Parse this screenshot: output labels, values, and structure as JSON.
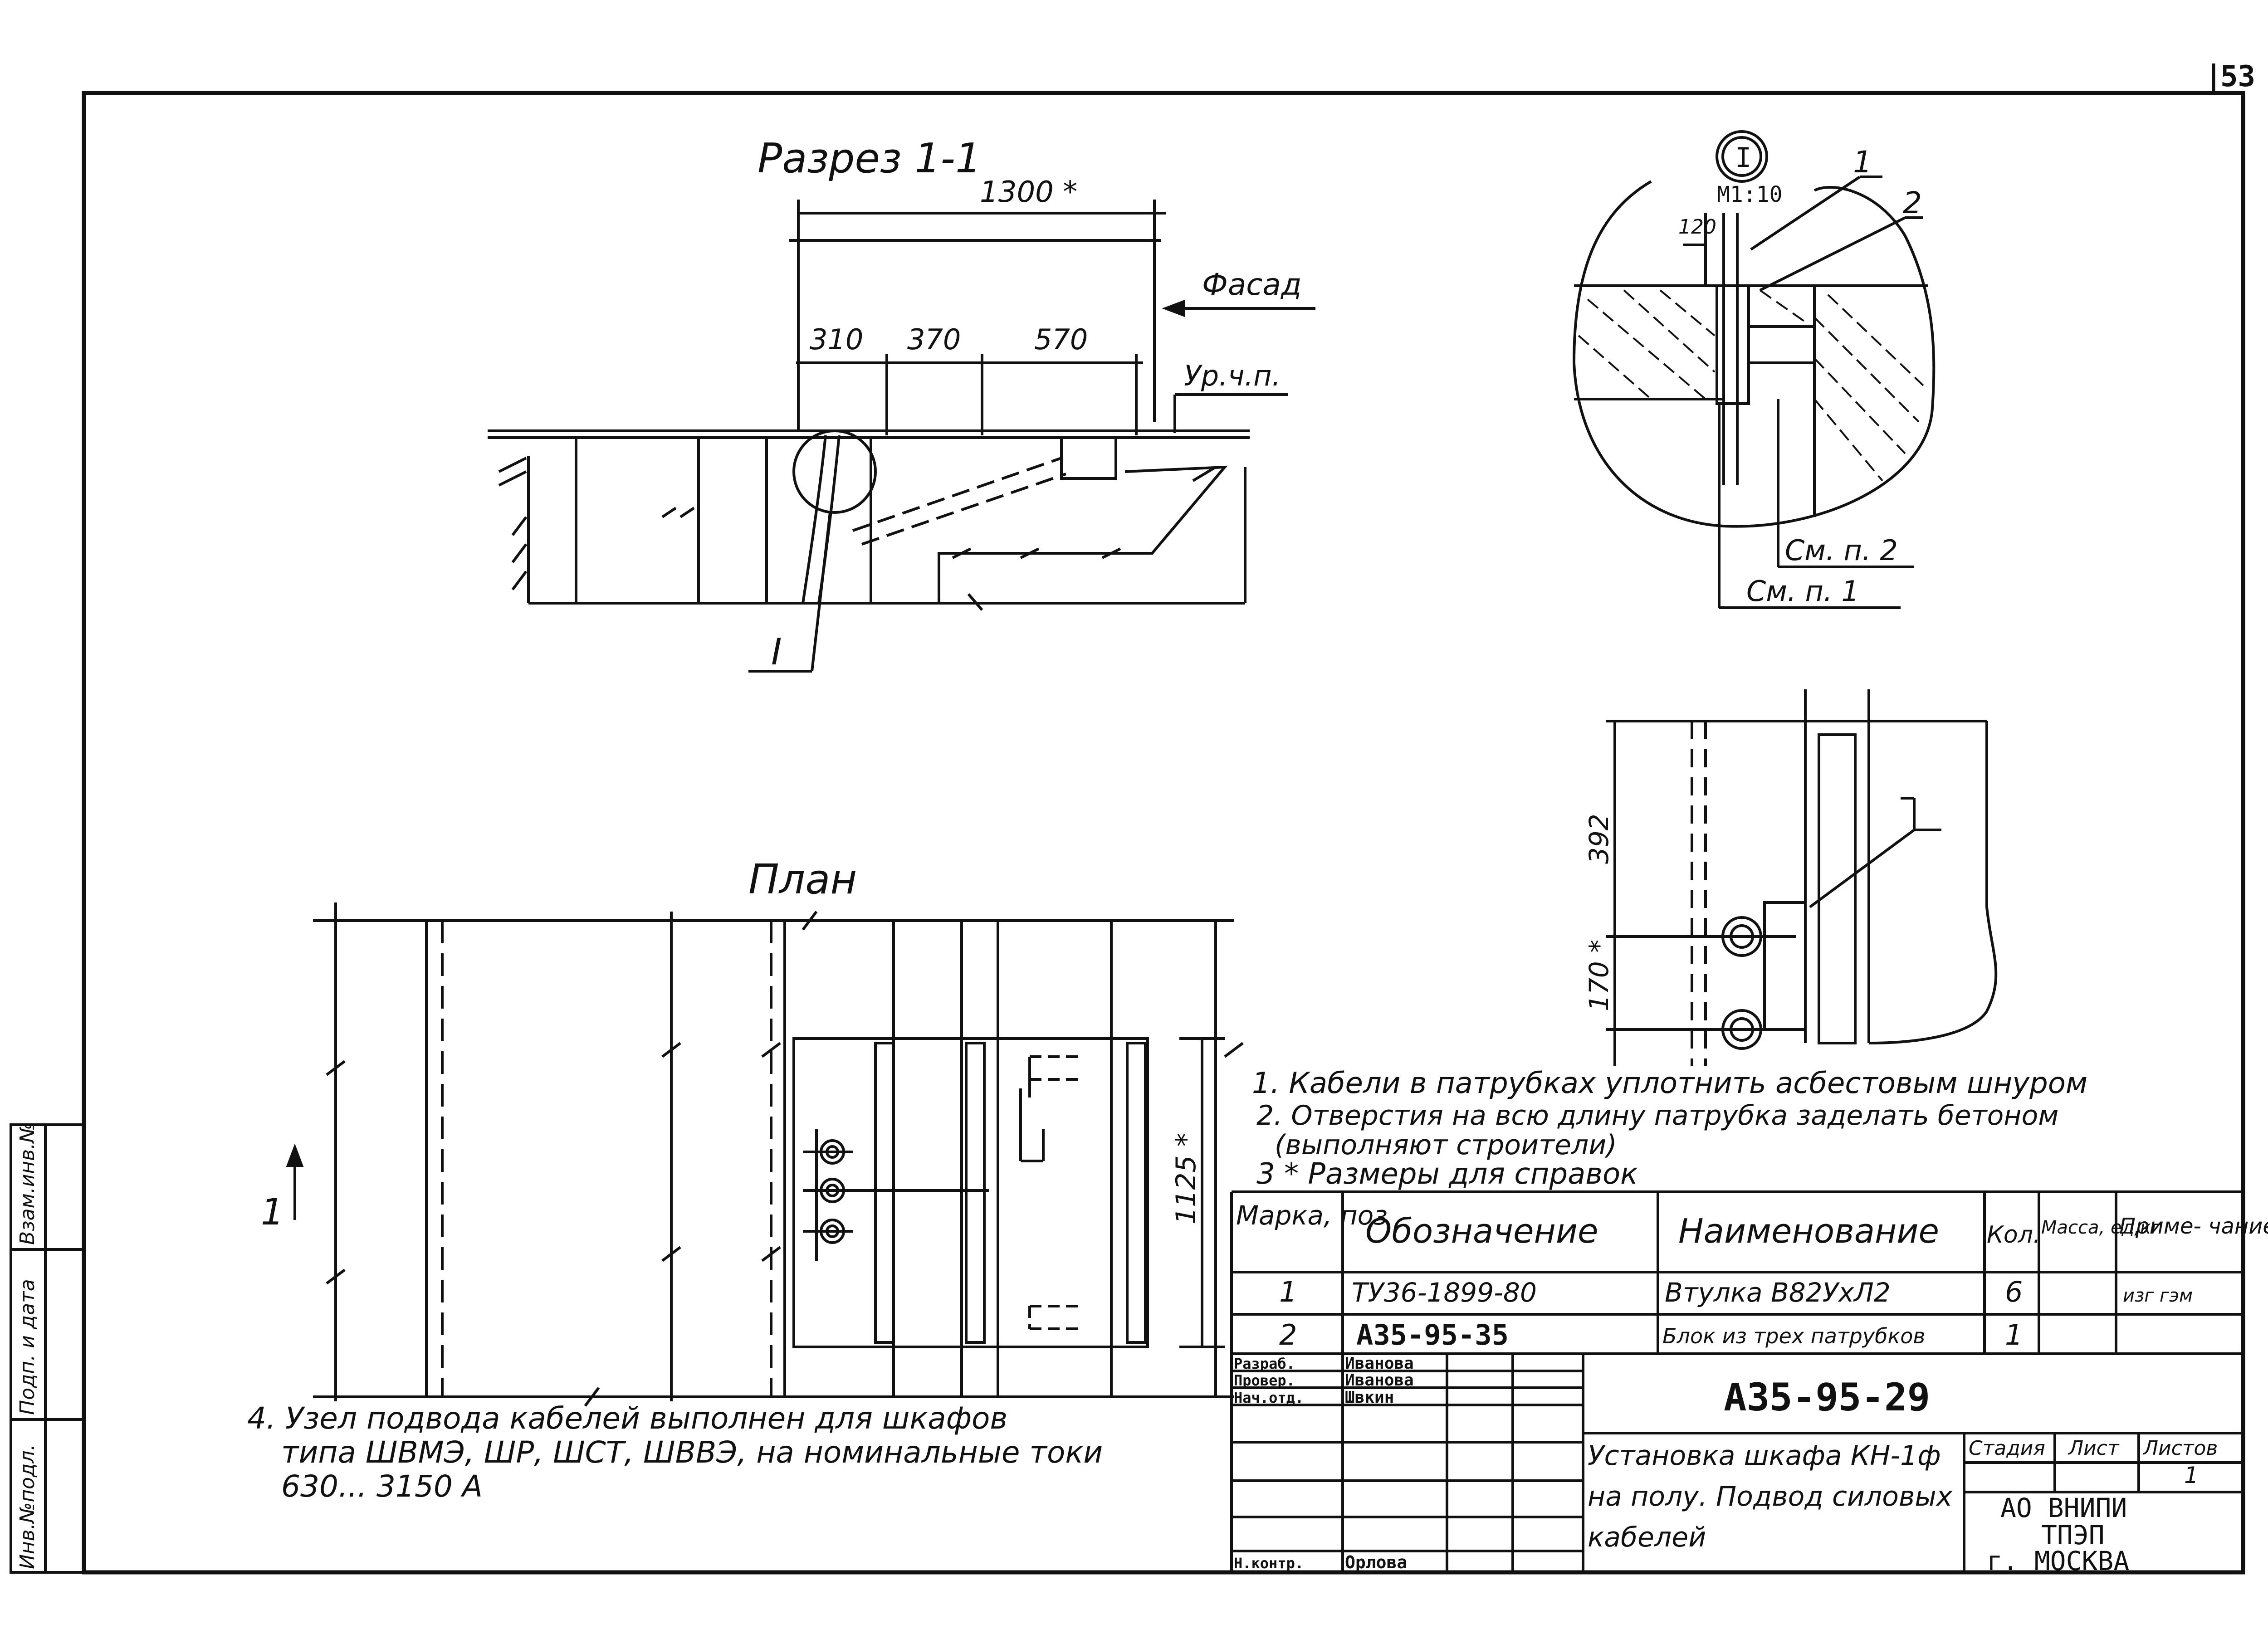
{
  "sheet": {
    "page_number": "53"
  },
  "section": {
    "title": "Разрез 1-1",
    "dim_total": "1300 *",
    "dim_310": "310",
    "dim_370": "370",
    "dim_570": "570",
    "facade": "Фасад",
    "floor_level": "Ур.ч.п.",
    "callout": "I"
  },
  "detail": {
    "marker": "I",
    "scale": "M1:10",
    "dim_120": "120",
    "pos_1": "1",
    "pos_2": "2",
    "ref_p2": "См. п. 2",
    "ref_p1": "См. п. 1"
  },
  "side_view": {
    "dim_392": "392",
    "dim_170": "170 *"
  },
  "plan": {
    "title": "План",
    "cut_marker": "1",
    "dim_1125": "1125 *"
  },
  "notes": [
    "1. Кабели в патрубках уплотнить асбестовым шнуром",
    "2. Отверстия на всю длину патрубка заделать бетоном",
    "(выполняют строители)",
    "3 * Размеры для справок"
  ],
  "note4": [
    "4. Узел подвода кабелей выполнен для шкафов",
    "типа ШВМЭ, ШР, ШСТ, ШВВЭ, на номинальные токи",
    "630... 3150 А"
  ],
  "spec_table": {
    "headers": {
      "mark": "Марка, поз",
      "designation": "Обозначение",
      "name": "Наименование",
      "qty": "Кол.",
      "mass": "Масса, ед,кг",
      "note": "Приме- чание"
    },
    "rows": [
      {
        "mark": "1",
        "designation": "ТУ36-1899-80",
        "name": "Втулка В82УхЛ2",
        "qty": "6",
        "mass": "",
        "note": "изг гэм"
      },
      {
        "mark": "2",
        "designation": "А35-95-35",
        "name": "Блок из трех патрубков",
        "qty": "1",
        "mass": "",
        "note": ""
      }
    ]
  },
  "title_block": {
    "doc_code": "А35-95-29",
    "doc_title": [
      "Установка шкафа КН-1ф",
      "на полу. Подвод силовых",
      "кабелей"
    ],
    "stage_label": "Стадия",
    "sheet_label": "Лист",
    "sheets_label": "Листов",
    "sheets_value": "1",
    "org": [
      "АО ВНИПИ",
      "ТПЭП",
      "г. МОСКВА"
    ],
    "roles": [
      {
        "role": "Разраб.",
        "name": "Иванова"
      },
      {
        "role": "Провер.",
        "name": "Иванова"
      },
      {
        "role": "Нач.отд.",
        "name": "Швкин"
      },
      {
        "role": "Н.контр.",
        "name": "Орлова"
      }
    ]
  },
  "side_stamp": [
    "Инв.№подл.",
    "Подп. и дата",
    "Взам.инв.№"
  ]
}
